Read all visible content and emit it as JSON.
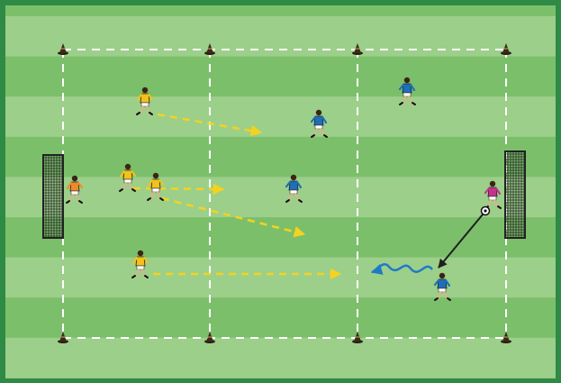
{
  "diagram": {
    "type": "soccer-drill",
    "colors": {
      "border": "#2f8a46",
      "stripe_light": "#9ccf8a",
      "stripe_dark": "#7cbf6b",
      "markings": "#ffffff",
      "cone": "#3b2a1a",
      "attacker_shirt": "#f2c21b",
      "defender_shirt": "#1e6fb8",
      "keeper_left_shirt": "#ef8a2b",
      "keeper_right_shirt": "#c2358a",
      "run_arrow": "#f6d21e",
      "pass_arrow": "#1f1f1f",
      "dribble_arrow": "#1e7ac8",
      "goal_net": "#222222"
    },
    "icons": {
      "cone": "cone-icon",
      "player": "player-icon",
      "goal": "goal-icon",
      "ball": "ball-icon"
    },
    "teams": {
      "attackers_count": 4,
      "defenders_count": 4,
      "goalkeepers_count": 2
    }
  }
}
